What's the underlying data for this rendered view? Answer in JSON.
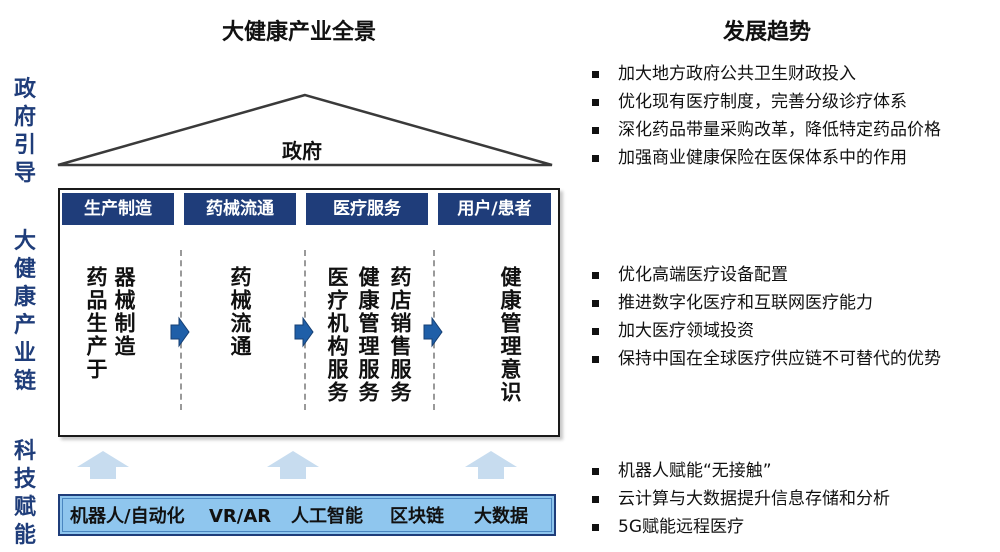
{
  "headings": {
    "panorama": "大健康产业全景",
    "trends": "发展趋势"
  },
  "side_labels": {
    "government_guide": [
      "政",
      "府",
      "引",
      "导"
    ],
    "industry_chain": [
      "大",
      "健",
      "康",
      "产",
      "业",
      "链"
    ],
    "tech_empower": [
      "科",
      "技",
      "赋",
      "能"
    ]
  },
  "roof": {
    "label": "政府"
  },
  "chain": {
    "headers": [
      "生产制造",
      "药械流通",
      "医疗服务",
      "用户/患者"
    ],
    "columns": [
      [
        "器械制造",
        "药品生产于"
      ],
      [
        "药械流通"
      ],
      [
        "药店销售服务",
        "健康管理服务",
        "医疗机构服务"
      ],
      [
        "健康管理意识"
      ]
    ]
  },
  "tech": {
    "items": [
      "机器人/自动化",
      "VR/AR",
      "人工智能",
      "区块链",
      "大数据"
    ]
  },
  "trends": {
    "government": [
      "加大地方政府公共卫生财政投入",
      "优化现有医疗制度，完善分级诊疗体系",
      "深化药品带量采购改革，降低特定药品价格",
      "加强商业健康保险在医保体系中的作用"
    ],
    "industry": [
      "优化高端医疗设备配置",
      "推进数字化医疗和互联网医疗能力",
      "加大医疗领域投资",
      "保持中国在全球医疗供应链不可替代的优势"
    ],
    "tech": [
      "机器人赋能“无接触”",
      "云计算与大数据提升信息存储和分析",
      "5G赋能远程医疗"
    ]
  },
  "colors": {
    "navy": "#1f3d7a",
    "arrow_blue": "#1f5fa8",
    "light_blue": "#c7dcef",
    "tech_bar": "#8fc6ee"
  }
}
